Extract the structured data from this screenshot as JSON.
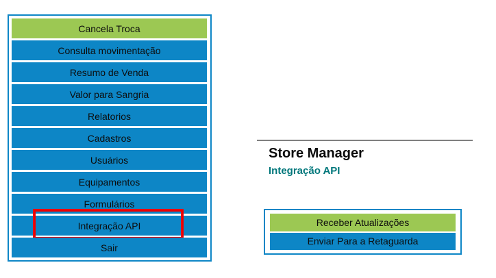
{
  "colors": {
    "blue": "#0d86c6",
    "green": "#9cc853",
    "red": "#ee0000",
    "teal": "#00777b",
    "line_gray": "#808080",
    "button_text": "#0d0d0d",
    "title_text": "#0a0a0a"
  },
  "menu": {
    "items": [
      {
        "label": "Cancela Troca",
        "variant": "green",
        "highlighted": false
      },
      {
        "label": "Consulta movimentação",
        "variant": "blue",
        "highlighted": false
      },
      {
        "label": "Resumo de Venda",
        "variant": "blue",
        "highlighted": false
      },
      {
        "label": "Valor para Sangria",
        "variant": "blue",
        "highlighted": false
      },
      {
        "label": "Relatorios",
        "variant": "blue",
        "highlighted": false
      },
      {
        "label": "Cadastros",
        "variant": "blue",
        "highlighted": false
      },
      {
        "label": "Usuários",
        "variant": "blue",
        "highlighted": false
      },
      {
        "label": "Equipamentos",
        "variant": "blue",
        "highlighted": false
      },
      {
        "label": "Formulários",
        "variant": "blue",
        "highlighted": false
      },
      {
        "label": "Integração API",
        "variant": "blue",
        "highlighted": true
      },
      {
        "label": "Sair",
        "variant": "blue",
        "highlighted": false
      }
    ]
  },
  "content": {
    "title": "Store Manager",
    "subtitle": "Integração API",
    "actions": [
      {
        "label": "Receber Atualizações",
        "variant": "green"
      },
      {
        "label": "Enviar Para a Retaguarda",
        "variant": "blue"
      }
    ]
  }
}
